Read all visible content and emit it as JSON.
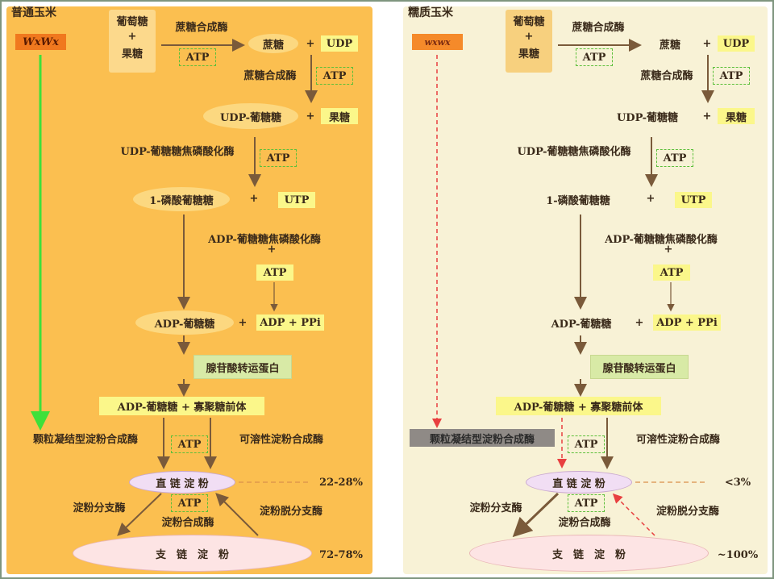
{
  "panels": [
    {
      "title": "普通玉米",
      "gene": "WxWx",
      "glucose": "葡萄糖",
      "plus": "+",
      "fructose": "果糖",
      "sucrose_synthase_1": "蔗糖合成酶",
      "atp": "ATP",
      "sucrose": "蔗糖",
      "udp": "UDP",
      "sucrose_synthase_2": "蔗糖合成酶",
      "udp_glucose": "UDP-葡糖糖",
      "fructose_2": "果糖",
      "ugpase": "UDP-葡糖糖焦磷酸化酶",
      "g1p": "1-磷酸葡糖糖",
      "utp": "UTP",
      "agpase": "ADP-葡糖糖焦磷酸化酶",
      "adp_glucose": "ADP-葡糖糖",
      "adp_ppi": "ADP + PPi",
      "transporter": "腺苷酸转运蛋白",
      "adpg_primer": "ADP-葡糖糖 + 寡聚糖前体",
      "gbss": "颗粒凝结型淀粉合成酶",
      "sss": "可溶性淀粉合成酶",
      "amylose": "直 链 淀 粉",
      "amylose_pct": "22-28%",
      "branching": "淀粉分支酶",
      "starch_synthase": "淀粉合成酶",
      "debranching": "淀粉脱分支酶",
      "amylopectin": "支　链　淀　粉",
      "amylopectin_pct": "72-78%"
    },
    {
      "title": "糯质玉米",
      "gene": "wxwx",
      "glucose": "葡萄糖",
      "plus": "+",
      "fructose": "果糖",
      "sucrose_synthase_1": "蔗糖合成酶",
      "atp": "ATP",
      "sucrose": "蔗糖",
      "udp": "UDP",
      "sucrose_synthase_2": "蔗糖合成酶",
      "udp_glucose": "UDP-葡糖糖",
      "fructose_2": "果糖",
      "ugpase": "UDP-葡糖糖焦磷酸化酶",
      "g1p": "1-磷酸葡糖糖",
      "utp": "UTP",
      "agpase": "ADP-葡糖糖焦磷酸化酶",
      "adp_glucose": "ADP-葡糖糖",
      "adp_ppi": "ADP + PPi",
      "transporter": "腺苷酸转运蛋白",
      "adpg_primer": "ADP-葡糖糖 + 寡聚糖前体",
      "gbss": "颗粒凝结型淀粉合成酶",
      "sss": "可溶性淀粉合成酶",
      "amylose": "直 链 淀 粉",
      "amylose_pct": "<3%",
      "branching": "淀粉分支酶",
      "starch_synthase": "淀粉合成酶",
      "debranching": "淀粉脱分支酶",
      "amylopectin": "支　链　淀　粉",
      "amylopectin_pct": "~100%"
    }
  ],
  "colors": {
    "normal_bg": "#fbbf50",
    "waxy_bg": "#f8f2d6",
    "arrow": "#7a5a3a",
    "gene_active": "#3ee03a",
    "gene_inactive": "#e84040"
  }
}
